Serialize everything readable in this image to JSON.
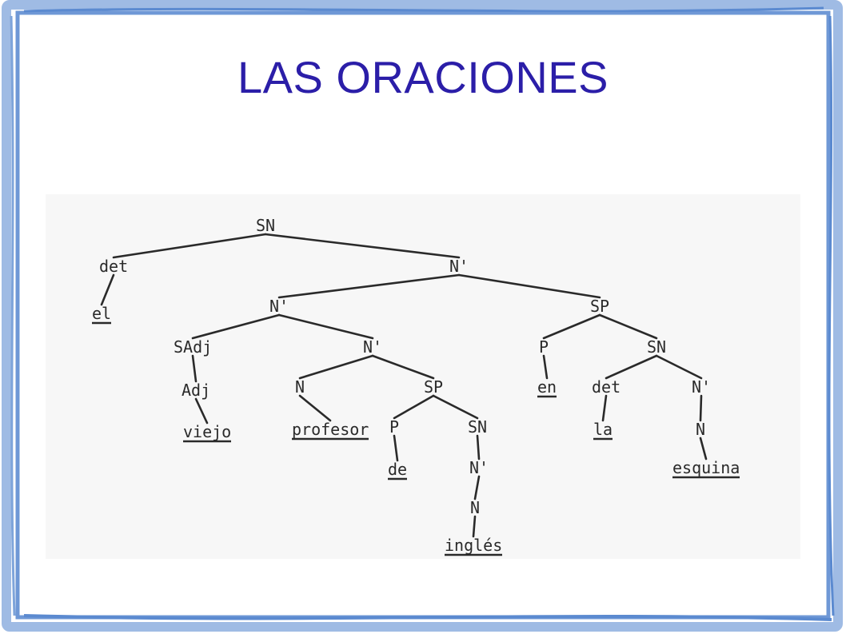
{
  "slide": {
    "title": "LAS ORACIONES",
    "title_color": "#2b1ea8",
    "frame_color": "#5b8ad0"
  },
  "tree": {
    "nodes": [
      {
        "id": "sn1",
        "label": "SN",
        "underlined": false
      },
      {
        "id": "det1",
        "label": "det",
        "underlined": false
      },
      {
        "id": "el",
        "label": "el",
        "underlined": true
      },
      {
        "id": "nbar1",
        "label": "N'",
        "underlined": false
      },
      {
        "id": "nbar2",
        "label": "N'",
        "underlined": false
      },
      {
        "id": "sadj",
        "label": "SAdj",
        "underlined": false
      },
      {
        "id": "adj",
        "label": "Adj",
        "underlined": false
      },
      {
        "id": "viejo",
        "label": "viejo",
        "underlined": true
      },
      {
        "id": "nbar3",
        "label": "N'",
        "underlined": false
      },
      {
        "id": "n1",
        "label": "N",
        "underlined": false
      },
      {
        "id": "profesor",
        "label": "profesor",
        "underlined": true
      },
      {
        "id": "sp2",
        "label": "SP",
        "underlined": false
      },
      {
        "id": "p2",
        "label": "P",
        "underlined": false
      },
      {
        "id": "de",
        "label": "de",
        "underlined": true
      },
      {
        "id": "sn3",
        "label": "SN",
        "underlined": false
      },
      {
        "id": "nbar5",
        "label": "N'",
        "underlined": false
      },
      {
        "id": "n3",
        "label": "N",
        "underlined": false
      },
      {
        "id": "ingles",
        "label": "inglés",
        "underlined": true
      },
      {
        "id": "sp1",
        "label": "SP",
        "underlined": false
      },
      {
        "id": "p1",
        "label": "P",
        "underlined": false
      },
      {
        "id": "en",
        "label": "en",
        "underlined": true
      },
      {
        "id": "sn2",
        "label": "SN",
        "underlined": false
      },
      {
        "id": "det2",
        "label": "det",
        "underlined": false
      },
      {
        "id": "la",
        "label": "la",
        "underlined": true
      },
      {
        "id": "nbar4",
        "label": "N'",
        "underlined": false
      },
      {
        "id": "n2",
        "label": "N",
        "underlined": false
      },
      {
        "id": "esquina",
        "label": "esquina",
        "underlined": true
      }
    ],
    "edges": [
      [
        "sn1",
        "det1"
      ],
      [
        "sn1",
        "nbar1"
      ],
      [
        "det1",
        "el"
      ],
      [
        "nbar1",
        "nbar2"
      ],
      [
        "nbar1",
        "sp1"
      ],
      [
        "nbar2",
        "sadj"
      ],
      [
        "nbar2",
        "nbar3"
      ],
      [
        "sadj",
        "adj"
      ],
      [
        "adj",
        "viejo"
      ],
      [
        "nbar3",
        "n1"
      ],
      [
        "nbar3",
        "sp2"
      ],
      [
        "n1",
        "profesor"
      ],
      [
        "sp2",
        "p2"
      ],
      [
        "sp2",
        "sn3"
      ],
      [
        "p2",
        "de"
      ],
      [
        "sn3",
        "nbar5"
      ],
      [
        "nbar5",
        "n3"
      ],
      [
        "n3",
        "ingles"
      ],
      [
        "sp1",
        "p1"
      ],
      [
        "sp1",
        "sn2"
      ],
      [
        "p1",
        "en"
      ],
      [
        "sn2",
        "det2"
      ],
      [
        "sn2",
        "nbar4"
      ],
      [
        "det2",
        "la"
      ],
      [
        "nbar4",
        "n2"
      ],
      [
        "n2",
        "esquina"
      ]
    ]
  }
}
